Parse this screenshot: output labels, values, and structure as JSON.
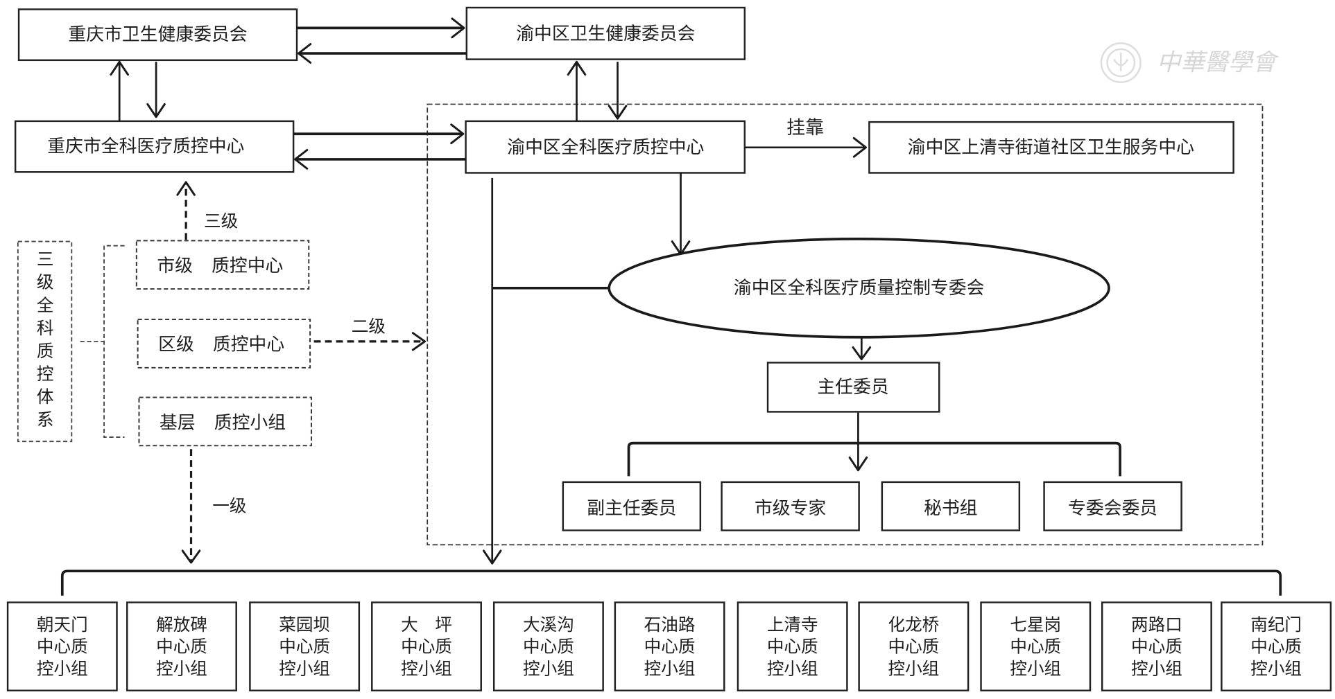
{
  "title": "重庆市渝中区全科医疗质量控制体系组织架构",
  "watermark": {
    "text": "中華醫學會",
    "icon": "cma-seal-icon"
  },
  "nodes": {
    "cq_health_commission": "重庆市卫生健康委员会",
    "yz_health_commission": "渝中区卫生健康委员会",
    "cq_gp_qc_center": "重庆市全科医疗质控中心",
    "yz_gp_qc_center": "渝中区全科医疗质控中心",
    "shangqingsi_chsc": "渝中区上清寺街道社区卫生服务中心",
    "yz_gp_qc_committee": "渝中区全科医疗质量控制专委会",
    "director": "主任委员"
  },
  "edge_labels": {
    "affiliated": "挂靠",
    "level3": "三级",
    "level2": "二级",
    "level1": "一级"
  },
  "system": {
    "title_chars": [
      "三",
      "级",
      "全",
      "科",
      "质",
      "控",
      "体",
      "系"
    ],
    "levels": [
      {
        "name": "市级",
        "unit": "质控中心"
      },
      {
        "name": "区级",
        "unit": "质控中心"
      },
      {
        "name": "基层",
        "unit": "质控小组"
      }
    ]
  },
  "committee_members": [
    "副主任委员",
    "市级专家",
    "秘书组",
    "专委会委员"
  ],
  "qc_groups": {
    "line2": "中心质",
    "line3": "控小组",
    "names": [
      "朝天门",
      "解放碑",
      "菜园坝",
      "大　坪",
      "大溪沟",
      "石油路",
      "上清寺",
      "化龙桥",
      "七星岗",
      "两路口",
      "南纪门"
    ]
  }
}
